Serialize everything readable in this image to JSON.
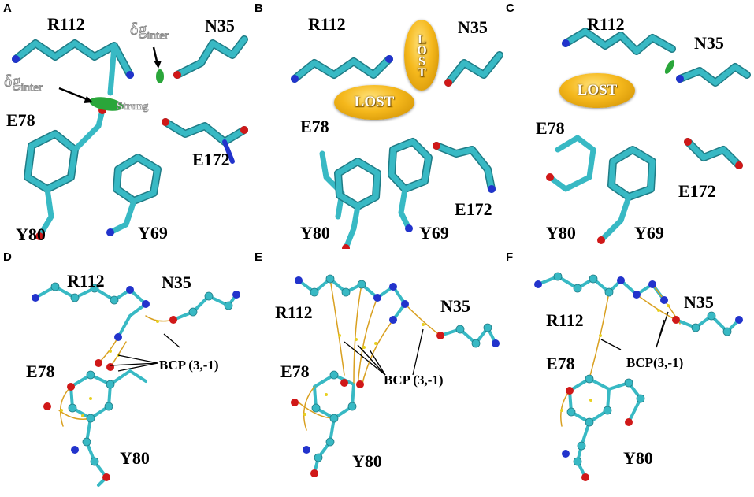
{
  "panels": [
    {
      "id": "A",
      "label": "A",
      "residues": {
        "r112": "R112",
        "n35": "N35",
        "e78": "E78",
        "e172": "E172",
        "y80": "Y80",
        "y69": "Y69"
      },
      "delta_g": "δg",
      "delta_g_sub": "inter",
      "strong": "Strong"
    },
    {
      "id": "B",
      "label": "B",
      "residues": {
        "r112": "R112",
        "n35": "N35",
        "e78": "E78",
        "e172": "E172",
        "y80": "Y80",
        "y69": "Y69"
      },
      "lost": "LOST"
    },
    {
      "id": "C",
      "label": "C",
      "residues": {
        "r112": "R112",
        "n35": "N35",
        "e78": "E78",
        "e172": "E172",
        "y80": "Y80",
        "y69": "Y69"
      },
      "lost": "LOST"
    },
    {
      "id": "D",
      "label": "D",
      "residues": {
        "r112": "R112",
        "n35": "N35",
        "e78": "E78",
        "y80": "Y80"
      },
      "bcp": "BCP (3,-1)"
    },
    {
      "id": "E",
      "label": "E",
      "residues": {
        "r112": "R112",
        "n35": "N35",
        "e78": "E78",
        "y80": "Y80"
      },
      "bcp": "BCP (3,-1)"
    },
    {
      "id": "F",
      "label": "F",
      "residues": {
        "r112": "R112",
        "n35": "N35",
        "e78": "E78",
        "y80": "Y80"
      },
      "bcp": "BCP(3,-1)"
    }
  ],
  "colors": {
    "carbon": "#38b9c4",
    "nitrogen": "#2233cc",
    "oxygen": "#d01818",
    "hydrogen": "#e6e6e6",
    "bond_path": "#d9a020",
    "bcp_point": "#e8d020",
    "nci": "#2aa63a",
    "lost": "#f5b81c"
  }
}
